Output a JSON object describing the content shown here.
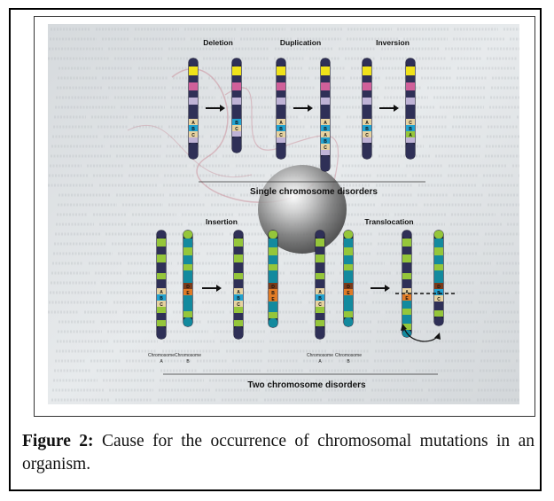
{
  "figure": {
    "headings": {
      "deletion": "Deletion",
      "duplication": "Duplication",
      "inversion": "Inversion",
      "insertion": "Insertion",
      "translocation": "Translocation"
    },
    "section_single": "Single chromosome disorders",
    "section_two": "Two chromosome disorders",
    "chromosome_labels": {
      "ins_a_word": "Chromosome",
      "ins_a_letter": "A",
      "ins_b_word": "Chromosome",
      "ins_b_letter": "B",
      "tr_a_word": "Chromosome",
      "tr_a_letter": "A",
      "tr_b_word": "Chromosome",
      "tr_b_letter": "B"
    },
    "band_letters": {
      "A": "A",
      "B": "B",
      "C": "C",
      "D": "D",
      "E": "E"
    },
    "colors": {
      "navy": "#2f3057",
      "yellow": "#f0e21a",
      "pink": "#d0609a",
      "lavender": "#bfb3d6",
      "green": "#95c63a",
      "teal": "#138a9e",
      "blue": "#22a2d0",
      "tan": "#e6d2a0",
      "orange": "#e07b25",
      "brown": "#7a3b1a",
      "background": "#dfe3e5"
    }
  },
  "caption": {
    "label": "Figure 2:",
    "text": " Cause for the occurrence of chromosomal mutations in an organism."
  }
}
